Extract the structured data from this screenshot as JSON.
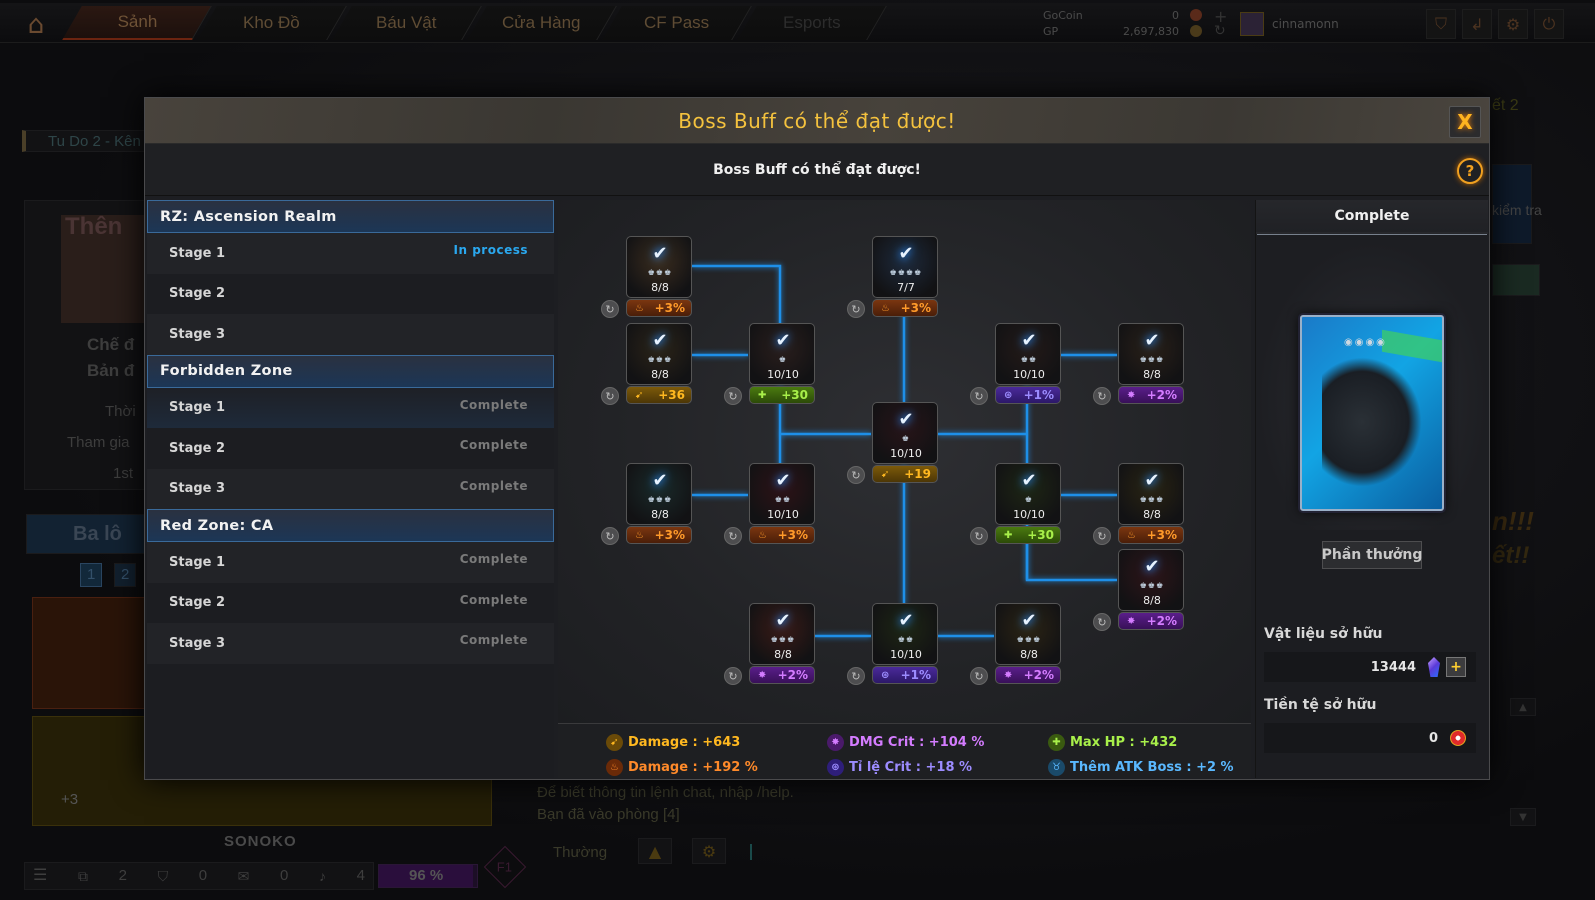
{
  "topbar": {
    "tabs": [
      "Sảnh",
      "Kho Đồ",
      "Báu Vật",
      "Cửa Hàng",
      "CF Pass",
      "Esports"
    ],
    "gocoin_label": "GoCoin",
    "gocoin_value": "0",
    "gp_label": "GP",
    "gp_value": "2,697,830",
    "username": "cinnamonn"
  },
  "background": {
    "channel": "Tu Do 2 - Kên",
    "banner": "Thên",
    "mode_label": "Chế đ",
    "map_label": "Bản đ",
    "time_label": "Thời",
    "join_label": "Tham gia",
    "rank_label": "1st",
    "backpack": "Ba lô",
    "slots": [
      "1",
      "2"
    ],
    "ammo": "+3",
    "player_name": "SONOKO",
    "stats": [
      "2",
      "0",
      "0",
      "4"
    ],
    "progress_text": "96 %",
    "progress_value": 96,
    "hotkey": "F1",
    "chat_lines": [
      "Để biết thông tin lệnh chat, nhập /help.",
      "Bạn đã vào phòng [4]"
    ],
    "chat_mode": "Thường",
    "right_text_1": "ết 2",
    "right_text_2": "kiểm tra",
    "right_promo_1": "n!!!",
    "right_promo_2": "ết!!"
  },
  "modal": {
    "title": "Boss Buff có thể đạt được!",
    "subtitle": "Boss Buff có thể đạt được!",
    "close_label": "X",
    "help_label": "?",
    "groups": [
      {
        "name": "RZ: Ascension Realm",
        "stages": [
          {
            "name": "Stage 1",
            "status": "In process",
            "active": true
          },
          {
            "name": "Stage 2",
            "status": ""
          },
          {
            "name": "Stage 3",
            "status": ""
          }
        ]
      },
      {
        "name": "Forbidden Zone",
        "stages": [
          {
            "name": "Stage 1",
            "status": "Complete",
            "selected": true
          },
          {
            "name": "Stage 2",
            "status": "Complete"
          },
          {
            "name": "Stage 3",
            "status": "Complete"
          }
        ]
      },
      {
        "name": "Red Zone: CA",
        "stages": [
          {
            "name": "Stage 1",
            "status": "Complete"
          },
          {
            "name": "Stage 2",
            "status": "Complete"
          },
          {
            "name": "Stage 3",
            "status": "Complete"
          }
        ]
      }
    ],
    "nodes": [
      {
        "count": "8/8",
        "stars": 3,
        "buff": "+3%",
        "type": "fire"
      },
      {
        "count": "7/7",
        "stars": 4,
        "buff": "+3%",
        "type": "fire"
      },
      {
        "count": "8/8",
        "stars": 3,
        "buff": "+36",
        "type": "gun"
      },
      {
        "count": "10/10",
        "stars": 1,
        "buff": "+30",
        "type": "hp"
      },
      {
        "count": "10/10",
        "stars": 2,
        "buff": "+1%",
        "type": "crit"
      },
      {
        "count": "8/8",
        "stars": 3,
        "buff": "+2%",
        "type": "dmg"
      },
      {
        "count": "10/10",
        "stars": 1,
        "buff": "+19",
        "type": "gun"
      },
      {
        "count": "8/8",
        "stars": 3,
        "buff": "+3%",
        "type": "fire"
      },
      {
        "count": "10/10",
        "stars": 2,
        "buff": "+3%",
        "type": "fire"
      },
      {
        "count": "10/10",
        "stars": 1,
        "buff": "+30",
        "type": "hp"
      },
      {
        "count": "8/8",
        "stars": 3,
        "buff": "+3%",
        "type": "fire"
      },
      {
        "count": "8/8",
        "stars": 3,
        "buff": "+2%",
        "type": "dmg"
      },
      {
        "count": "8/8",
        "stars": 3,
        "buff": "+2%",
        "type": "dmg"
      },
      {
        "count": "10/10",
        "stars": 2,
        "buff": "+1%",
        "type": "crit"
      },
      {
        "count": "8/8",
        "stars": 3,
        "buff": "+2%",
        "type": "dmg"
      }
    ],
    "summary": [
      {
        "text": "Damage : +643",
        "type": "gun"
      },
      {
        "text": "DMG Crit : +104 %",
        "type": "dmg"
      },
      {
        "text": "Max HP : +432",
        "type": "hp"
      },
      {
        "text": "Damage : +192 %",
        "type": "fire"
      },
      {
        "text": "Tỉ lệ Crit : +18 %",
        "type": "crit"
      },
      {
        "text": "Thêm ATK Boss : +2 %",
        "type": "boss"
      }
    ],
    "reward": {
      "header": "Complete",
      "button": "Phần thưởng",
      "material_label": "Vật liệu sở hữu",
      "material_value": "13444",
      "currency_label": "Tiền tệ sở hữu",
      "currency_value": "0"
    }
  },
  "colors": {
    "title": "#f4c23e",
    "in_process": "#2aa8ef",
    "connector": "#1e8fe8",
    "fire": "#ff9a2a",
    "gun": "#ffb820",
    "hp": "#a8ef4a",
    "crit": "#9c8cff",
    "dmg": "#d47cff",
    "boss": "#5ab8ff"
  }
}
